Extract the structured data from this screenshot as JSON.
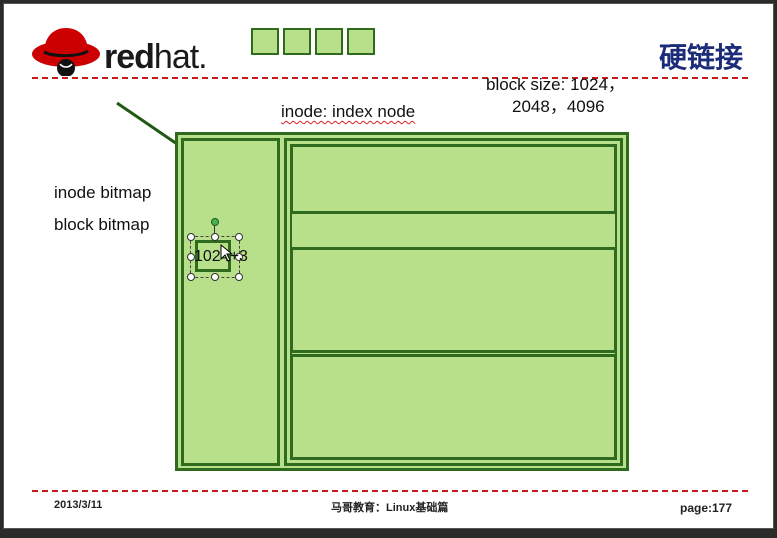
{
  "header": {
    "logo_text_red": "red",
    "logo_text_hat": "hat.",
    "title": "硬链接"
  },
  "diagram": {
    "block_size_line1": "block size: 1024，",
    "block_size_line2": "2048，4096",
    "inode_label": "inode: index node",
    "inode_bitmap_label": "inode bitmap",
    "block_bitmap_label": "block bitmap",
    "selected_box_text": "1024+3"
  },
  "footer": {
    "date": "2013/3/11",
    "center": "马哥教育：Linux基础篇",
    "page": "page:177"
  },
  "colors": {
    "block_fill": "#b8e08a",
    "block_border": "#2e6b1e",
    "title": "#1d2c7a",
    "rule": "#c41a1a"
  }
}
